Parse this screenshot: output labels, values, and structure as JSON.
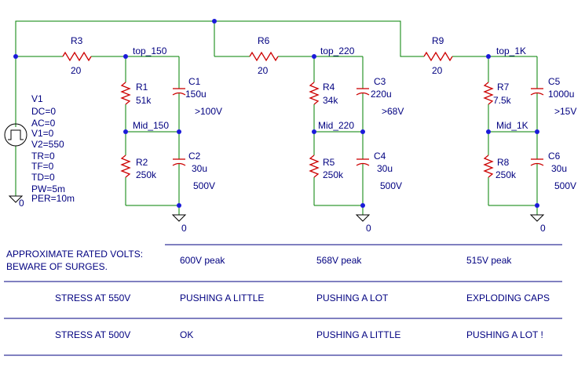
{
  "schematic": {
    "source": {
      "name": "V1",
      "params": [
        "DC=0",
        "AC=0",
        "V1=0",
        "V2=550",
        "TR=0",
        "TF=0",
        "TD=0",
        "PW=5m",
        "PER=10m"
      ]
    },
    "ground_label": "0",
    "stages": [
      {
        "series_res": {
          "name": "R3",
          "value": "20"
        },
        "top_net": "top_150",
        "mid_net": "Mid_150",
        "r_top": {
          "name": "R1",
          "value": "51k"
        },
        "r_bot": {
          "name": "R2",
          "value": "250k"
        },
        "c_top": {
          "name": "C1",
          "value": "150u",
          "rating": ">100V"
        },
        "c_bot": {
          "name": "C2",
          "value": "30u",
          "rating": "500V"
        }
      },
      {
        "series_res": {
          "name": "R6",
          "value": "20"
        },
        "top_net": "top_220",
        "mid_net": "Mid_220",
        "r_top": {
          "name": "R4",
          "value": "34k"
        },
        "r_bot": {
          "name": "R5",
          "value": "250k"
        },
        "c_top": {
          "name": "C3",
          "value": "220u",
          "rating": ">68V"
        },
        "c_bot": {
          "name": "C4",
          "value": "30u",
          "rating": "500V"
        }
      },
      {
        "series_res": {
          "name": "R9",
          "value": "20"
        },
        "top_net": "top_1K",
        "mid_net": "Mid_1K",
        "r_top": {
          "name": "R7",
          "value": "7.5k"
        },
        "r_bot": {
          "name": "R8",
          "value": "250k"
        },
        "c_top": {
          "name": "C5",
          "value": "1000u",
          "rating": ">15V"
        },
        "c_bot": {
          "name": "C6",
          "value": "30u",
          "rating": "500V"
        }
      }
    ]
  },
  "table": {
    "rows": [
      {
        "label_lines": [
          "APPROXIMATE RATED VOLTS:",
          "BEWARE OF SURGES."
        ],
        "cells": [
          "600V peak",
          "568V peak",
          "515V peak"
        ]
      },
      {
        "label_lines": [
          "STRESS AT 550V"
        ],
        "cells": [
          "PUSHING A LITTLE",
          "PUSHING A LOT",
          "EXPLODING CAPS"
        ]
      },
      {
        "label_lines": [
          "STRESS AT 500V"
        ],
        "cells": [
          "OK",
          "PUSHING A LITTLE",
          "PUSHING A LOT !"
        ]
      }
    ]
  },
  "colors": {
    "wire": "#008000",
    "component": "#cc0000",
    "node": "#1a1ad9",
    "text": "#000080"
  }
}
